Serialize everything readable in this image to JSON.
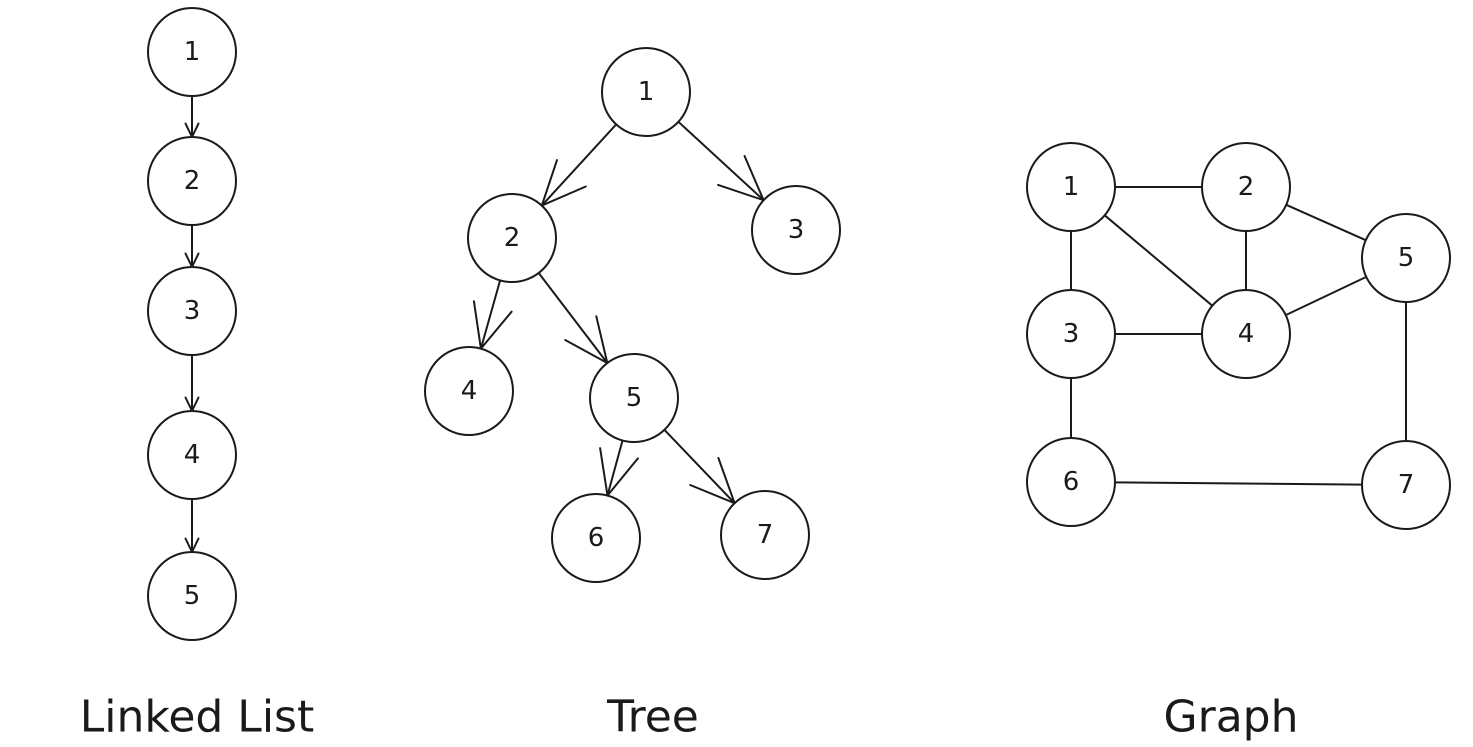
{
  "colors": {
    "stroke": "#1a1a1a",
    "background": "#ffffff"
  },
  "diagrams": {
    "linked_list": {
      "caption": "Linked List",
      "nodes": [
        "1",
        "2",
        "3",
        "4",
        "5"
      ],
      "edges": [
        [
          "1",
          "2"
        ],
        [
          "2",
          "3"
        ],
        [
          "3",
          "4"
        ],
        [
          "4",
          "5"
        ]
      ],
      "directed": true
    },
    "tree": {
      "caption": "Tree",
      "nodes": [
        "1",
        "2",
        "3",
        "4",
        "5",
        "6",
        "7"
      ],
      "edges": [
        [
          "1",
          "2"
        ],
        [
          "1",
          "3"
        ],
        [
          "2",
          "4"
        ],
        [
          "2",
          "5"
        ],
        [
          "5",
          "6"
        ],
        [
          "5",
          "7"
        ]
      ],
      "directed": true
    },
    "graph": {
      "caption": "Graph",
      "nodes": [
        "1",
        "2",
        "3",
        "4",
        "5",
        "6",
        "7"
      ],
      "edges": [
        [
          "1",
          "2"
        ],
        [
          "1",
          "3"
        ],
        [
          "1",
          "4"
        ],
        [
          "2",
          "4"
        ],
        [
          "2",
          "5"
        ],
        [
          "3",
          "4"
        ],
        [
          "4",
          "5"
        ],
        [
          "3",
          "6"
        ],
        [
          "6",
          "7"
        ],
        [
          "5",
          "7"
        ]
      ],
      "directed": false
    }
  }
}
